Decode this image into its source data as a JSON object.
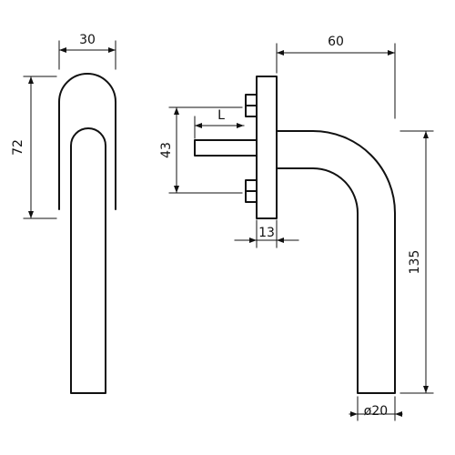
{
  "dimensions": {
    "width_front": "30",
    "height_rosette": "72",
    "spindle_offset": "43",
    "spindle_length": "L",
    "rosette_depth": "13",
    "lever_reach": "60",
    "lever_length": "135",
    "lever_diameter": "ø20"
  }
}
